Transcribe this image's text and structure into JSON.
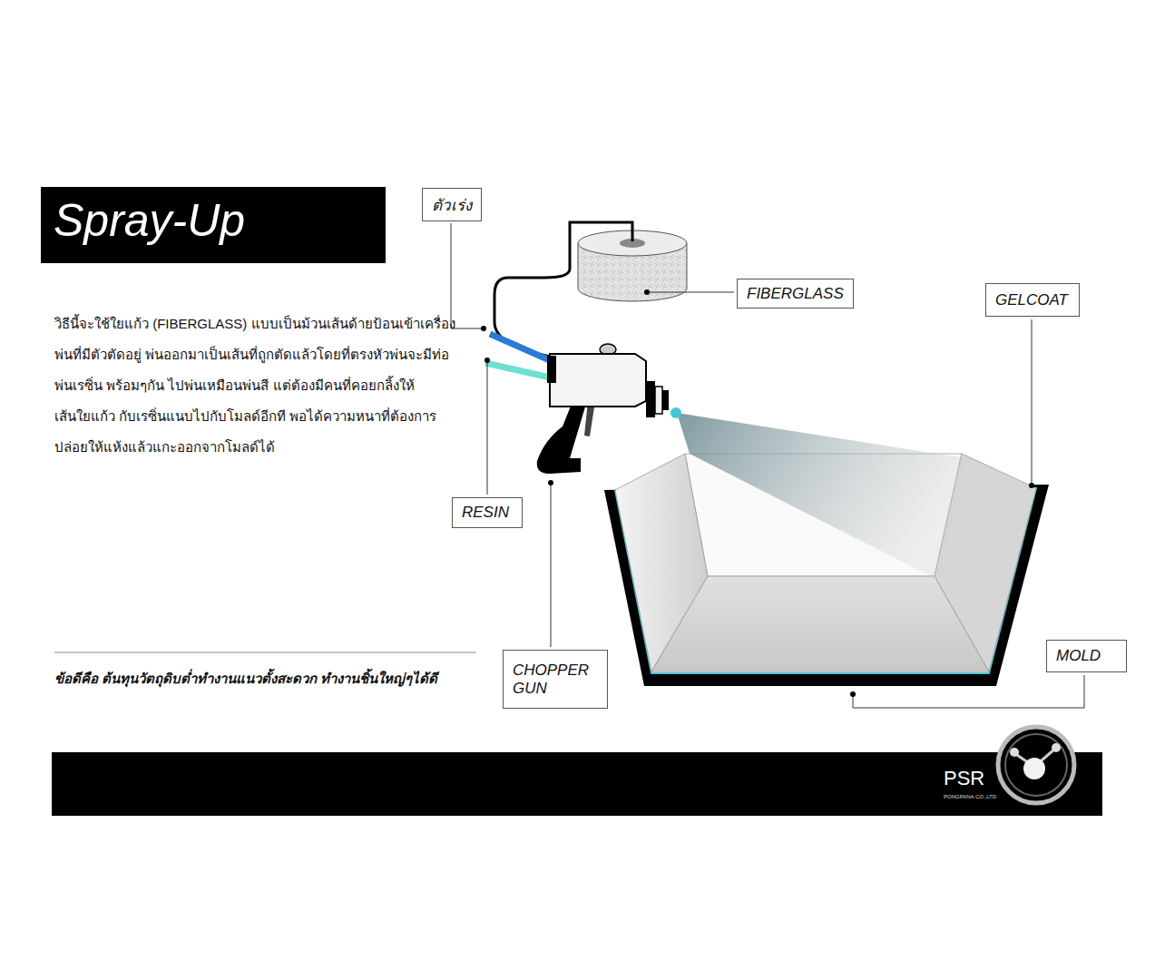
{
  "diagram": {
    "title": "Spray-Up",
    "nodes": [
      {
        "text": [
          "ตัวเร่ง"
        ]
      },
      {
        "text": [
          "FIBERGLASS"
        ]
      },
      {
        "text": [
          "GELCOAT"
        ]
      },
      {
        "text": [
          "RESIN"
        ]
      },
      {
        "text": [
          "MOLD"
        ]
      },
      {
        "text": [
          "CHOPPER GUN"
        ]
      }
    ],
    "labels": [
      "วิธีนี้จะใช้ใยแก้ว (FIBERGLASS) แบบเป็นม้วนเส้นด้ายป้อนเข้าเครื่องพ่นที่มีตัวตัดอยู่ พ่นออกมาเป็นเส้นที่ถูกตัดแล้วโดยที่ตรงหัวพ่นจะมีท่อพ่นเรซิ่น พร้อมๆกัน ไปพ่นเหมือนพ่นสี แต่ต้องมีคนที่คอยกลิ้งให้เส้นใยแก้ว กับเรซิ่นแนบไปกับโมลด์อีกที พอได้ความหนาที่ต้องการ ปล่อยให้แห้งแล้วแกะออกจากโมลด์ได้",
      "ข้อดีคือ ต้นทุนวัตถุดิบต่ำทำงานแนวตั้งสะดวก ทำงานชิ้นใหญ่ๆได้ดี",
      "PSR",
      "PONGPANA CO.,LTD"
    ]
  }
}
